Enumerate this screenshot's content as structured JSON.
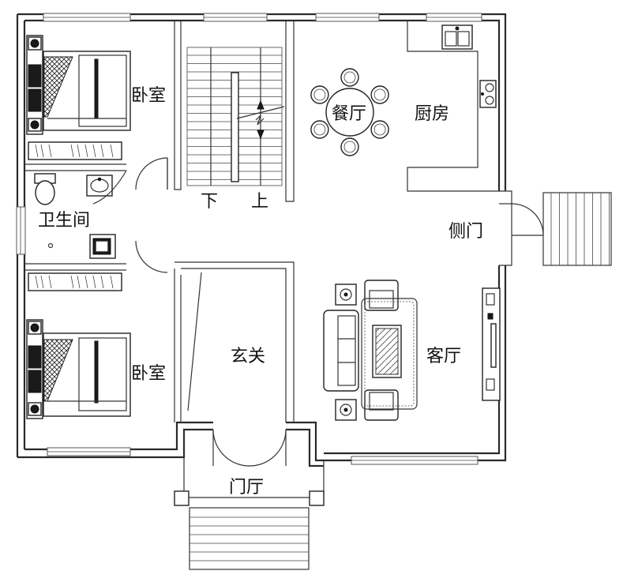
{
  "rooms": {
    "bedroom_top": "卧室",
    "bedroom_bottom": "卧室",
    "bathroom": "卫生间",
    "dining": "餐厅",
    "kitchen": "厨房",
    "side_door": "侧门",
    "foyer": "玄关",
    "living": "客厅",
    "entrance_hall": "门厅"
  },
  "stairs": {
    "down": "下",
    "up": "上"
  },
  "colors": {
    "line": "#2a2a2a",
    "background": "#ffffff"
  }
}
